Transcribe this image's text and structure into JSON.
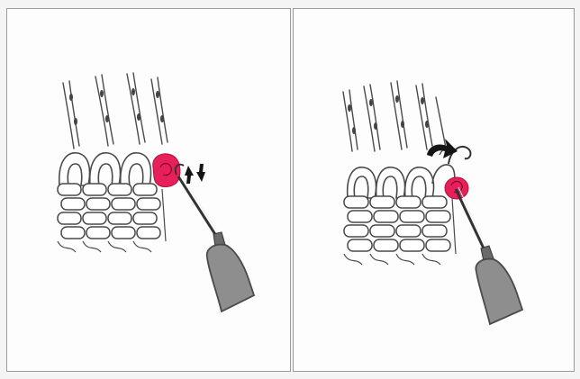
{
  "colors": {
    "background": "#f4f4f4",
    "panel": "#fdfdfd",
    "panel_border": "#9a9a9a",
    "stitch_outline": "#4a4a4a",
    "highlight_loop": "#e8205a",
    "tool_handle": "#8e8e8e",
    "arrow": "#151515"
  },
  "panels": [
    {
      "illustration": "latch-tool-hooking-loop",
      "arrow": "up-down-arrows"
    },
    {
      "illustration": "loop-pulled-over-hook",
      "arrow": "curved-arrow"
    }
  ]
}
